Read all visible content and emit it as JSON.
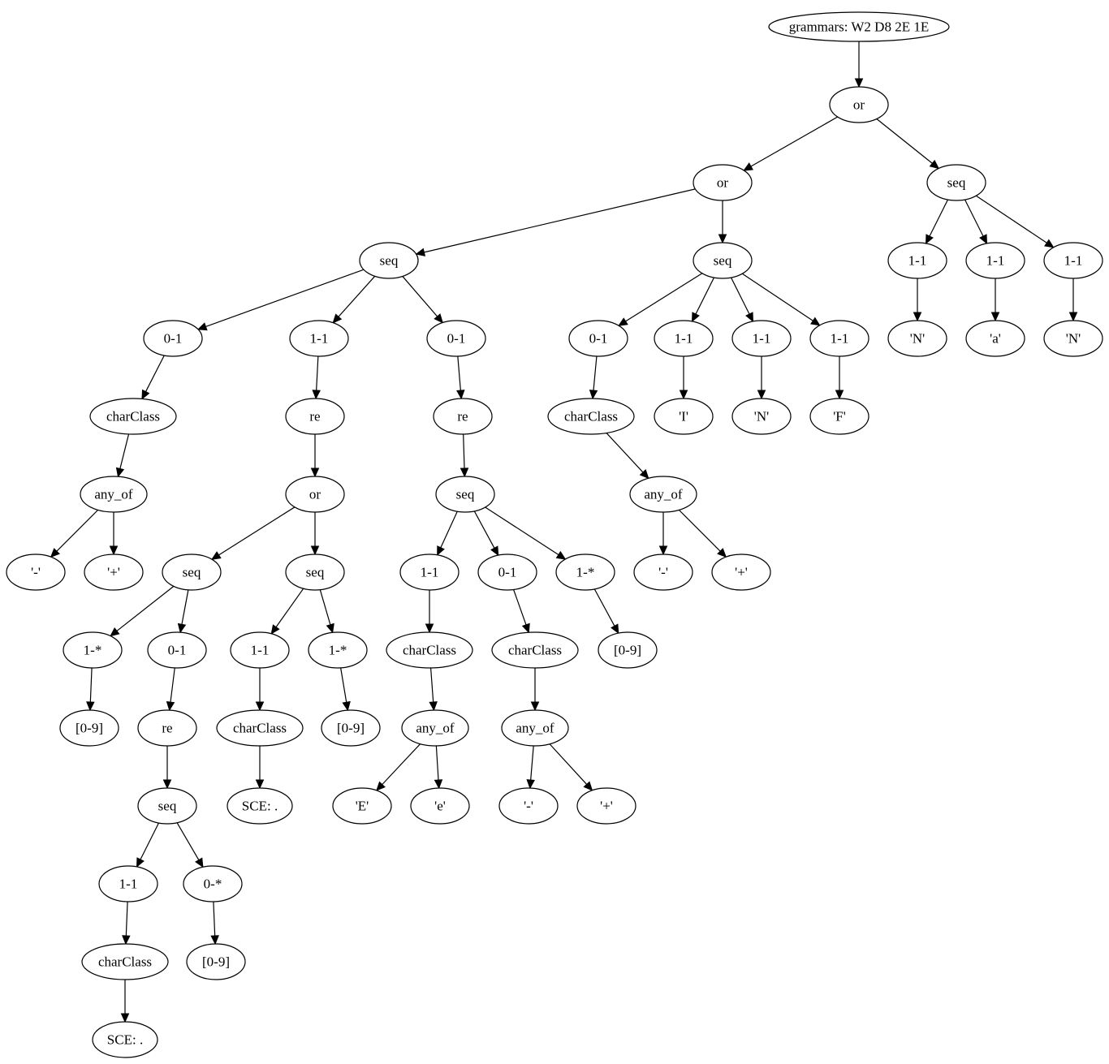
{
  "nodes": [
    {
      "id": "root",
      "label": "grammars: W2 D8 2E 1E"
    },
    {
      "id": "or0",
      "label": "or"
    },
    {
      "id": "or1",
      "label": "or"
    },
    {
      "id": "seqNaN",
      "label": "seq"
    },
    {
      "id": "nan1",
      "label": "1-1"
    },
    {
      "id": "nan2",
      "label": "1-1"
    },
    {
      "id": "nan3",
      "label": "1-1"
    },
    {
      "id": "nanN1",
      "label": "'N'"
    },
    {
      "id": "nanA",
      "label": "'a'"
    },
    {
      "id": "nanN2",
      "label": "'N'"
    },
    {
      "id": "seqA",
      "label": "seq"
    },
    {
      "id": "seqB",
      "label": "seq"
    },
    {
      "id": "a01",
      "label": "0-1"
    },
    {
      "id": "a11",
      "label": "1-1"
    },
    {
      "id": "a01b",
      "label": "0-1"
    },
    {
      "id": "aCC",
      "label": "charClass"
    },
    {
      "id": "aAny",
      "label": "any_of"
    },
    {
      "id": "aMinus",
      "label": "'-'"
    },
    {
      "id": "aPlus",
      "label": "'+'"
    },
    {
      "id": "aRe",
      "label": "re"
    },
    {
      "id": "aOr",
      "label": "or"
    },
    {
      "id": "s1",
      "label": "seq"
    },
    {
      "id": "s2",
      "label": "seq"
    },
    {
      "id": "s1star",
      "label": "1-*"
    },
    {
      "id": "s1d",
      "label": "[0-9]"
    },
    {
      "id": "s1opt",
      "label": "0-1"
    },
    {
      "id": "s1re",
      "label": "re"
    },
    {
      "id": "s1seq",
      "label": "seq"
    },
    {
      "id": "s1one",
      "label": "1-1"
    },
    {
      "id": "s1cc",
      "label": "charClass"
    },
    {
      "id": "s1sce",
      "label": "SCE: ."
    },
    {
      "id": "s1zs",
      "label": "0-*"
    },
    {
      "id": "s1zd",
      "label": "[0-9]"
    },
    {
      "id": "s2one",
      "label": "1-1"
    },
    {
      "id": "s2cc",
      "label": "charClass"
    },
    {
      "id": "s2sce",
      "label": "SCE: ."
    },
    {
      "id": "s2star",
      "label": "1-*"
    },
    {
      "id": "s2d",
      "label": "[0-9]"
    },
    {
      "id": "eRe",
      "label": "re"
    },
    {
      "id": "eSeq",
      "label": "seq"
    },
    {
      "id": "e11",
      "label": "1-1"
    },
    {
      "id": "eCC",
      "label": "charClass"
    },
    {
      "id": "eAny",
      "label": "any_of"
    },
    {
      "id": "eE",
      "label": "'E'"
    },
    {
      "id": "ee",
      "label": "'e'"
    },
    {
      "id": "e01",
      "label": "0-1"
    },
    {
      "id": "e01cc",
      "label": "charClass"
    },
    {
      "id": "e01any",
      "label": "any_of"
    },
    {
      "id": "e01m",
      "label": "'-'"
    },
    {
      "id": "e01p",
      "label": "'+'"
    },
    {
      "id": "e1s",
      "label": "1-*"
    },
    {
      "id": "e1sd",
      "label": "[0-9]"
    },
    {
      "id": "b01",
      "label": "0-1"
    },
    {
      "id": "bCC",
      "label": "charClass"
    },
    {
      "id": "bAny",
      "label": "any_of"
    },
    {
      "id": "bMinus",
      "label": "'-'"
    },
    {
      "id": "bPlus",
      "label": "'+'"
    },
    {
      "id": "bI1",
      "label": "1-1"
    },
    {
      "id": "bI",
      "label": "'I'"
    },
    {
      "id": "bN1",
      "label": "1-1"
    },
    {
      "id": "bN",
      "label": "'N'"
    },
    {
      "id": "bF1",
      "label": "1-1"
    },
    {
      "id": "bF",
      "label": "'F'"
    }
  ],
  "edges": [
    [
      "root",
      "or0"
    ],
    [
      "or0",
      "or1"
    ],
    [
      "or0",
      "seqNaN"
    ],
    [
      "seqNaN",
      "nan1"
    ],
    [
      "seqNaN",
      "nan2"
    ],
    [
      "seqNaN",
      "nan3"
    ],
    [
      "nan1",
      "nanN1"
    ],
    [
      "nan2",
      "nanA"
    ],
    [
      "nan3",
      "nanN2"
    ],
    [
      "or1",
      "seqA"
    ],
    [
      "or1",
      "seqB"
    ],
    [
      "seqA",
      "a01"
    ],
    [
      "seqA",
      "a11"
    ],
    [
      "seqA",
      "a01b"
    ],
    [
      "a01",
      "aCC"
    ],
    [
      "aCC",
      "aAny"
    ],
    [
      "aAny",
      "aMinus"
    ],
    [
      "aAny",
      "aPlus"
    ],
    [
      "a11",
      "aRe"
    ],
    [
      "aRe",
      "aOr"
    ],
    [
      "aOr",
      "s1"
    ],
    [
      "aOr",
      "s2"
    ],
    [
      "s1",
      "s1star"
    ],
    [
      "s1star",
      "s1d"
    ],
    [
      "s1",
      "s1opt"
    ],
    [
      "s1opt",
      "s1re"
    ],
    [
      "s1re",
      "s1seq"
    ],
    [
      "s1seq",
      "s1one"
    ],
    [
      "s1one",
      "s1cc"
    ],
    [
      "s1cc",
      "s1sce"
    ],
    [
      "s1seq",
      "s1zs"
    ],
    [
      "s1zs",
      "s1zd"
    ],
    [
      "s2",
      "s2one"
    ],
    [
      "s2one",
      "s2cc"
    ],
    [
      "s2cc",
      "s2sce"
    ],
    [
      "s2",
      "s2star"
    ],
    [
      "s2star",
      "s2d"
    ],
    [
      "a01b",
      "eRe"
    ],
    [
      "eRe",
      "eSeq"
    ],
    [
      "eSeq",
      "e11"
    ],
    [
      "eSeq",
      "e01"
    ],
    [
      "eSeq",
      "e1s"
    ],
    [
      "e11",
      "eCC"
    ],
    [
      "eCC",
      "eAny"
    ],
    [
      "eAny",
      "eE"
    ],
    [
      "eAny",
      "ee"
    ],
    [
      "e01",
      "e01cc"
    ],
    [
      "e01cc",
      "e01any"
    ],
    [
      "e01any",
      "e01m"
    ],
    [
      "e01any",
      "e01p"
    ],
    [
      "e1s",
      "e1sd"
    ],
    [
      "seqB",
      "b01"
    ],
    [
      "seqB",
      "bI1"
    ],
    [
      "seqB",
      "bN1"
    ],
    [
      "seqB",
      "bF1"
    ],
    [
      "b01",
      "bCC"
    ],
    [
      "bCC",
      "bAny"
    ],
    [
      "bAny",
      "bMinus"
    ],
    [
      "bAny",
      "bPlus"
    ],
    [
      "bI1",
      "bI"
    ],
    [
      "bN1",
      "bN"
    ],
    [
      "bF1",
      "bF"
    ]
  ]
}
